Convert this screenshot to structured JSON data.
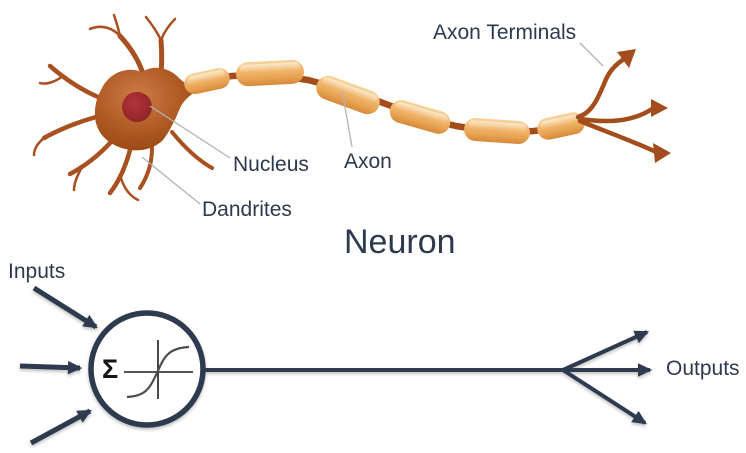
{
  "title": {
    "text": "Neuron"
  },
  "biological": {
    "labels": {
      "axon_terminals": "Axon Terminals",
      "nucleus": "Nucleus",
      "axon": "Axon",
      "dendrites": "Dandrites"
    }
  },
  "artificial": {
    "inputs": "Inputs",
    "outputs": "Outputs",
    "sum": "Σ",
    "icons": {
      "sum_icon": "sigma-summation",
      "activation_icon": "sigmoid-activation-curve"
    }
  },
  "colors": {
    "background": "#ffffff",
    "label_text": "#2d3a4e",
    "arrow": "#2e3b50",
    "leader_line": "#b3b3b3",
    "soma_brown": "#b05a24",
    "axon_brown": "#a34c1c",
    "nucleus_red": "#9e2b2e",
    "myelin_orange": "#eda85c",
    "axis_black": "#1a1a1a",
    "curve_gray": "#4d4d4d"
  }
}
